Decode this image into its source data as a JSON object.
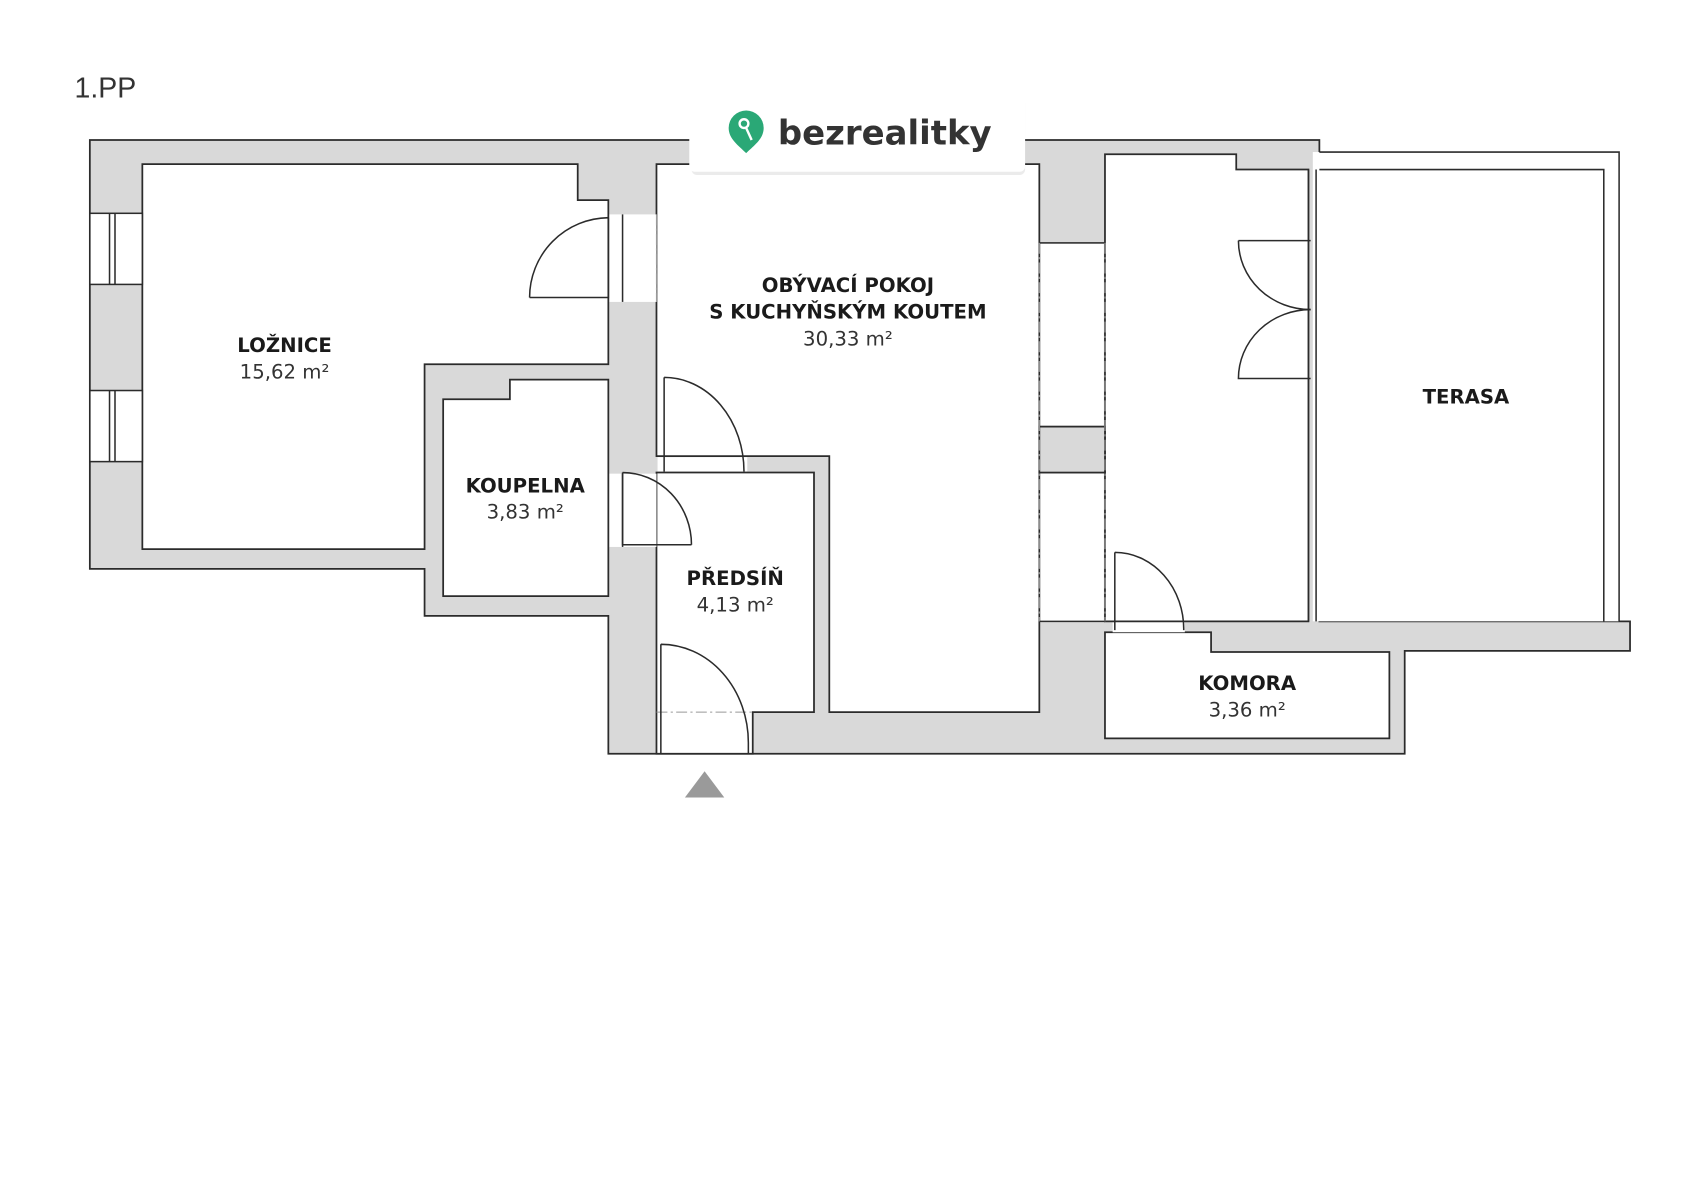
{
  "floor_label": "1.PP",
  "logo": {
    "text": "bezrealitky",
    "icon": "location-key-pin-icon",
    "color": "#2aa876"
  },
  "rooms": {
    "loznice": {
      "name": "LOŽNICE",
      "area": "15,62 m²"
    },
    "obyvaci": {
      "name_line1": "OBÝVACÍ POKOJ",
      "name_line2": "S KUCHYŇSKÝM KOUTEM",
      "area": "30,33 m²"
    },
    "koupelna": {
      "name": "KOUPELNA",
      "area": "3,83 m²"
    },
    "predsin": {
      "name": "PŘEDSÍŇ",
      "area": "4,13 m²"
    },
    "komora": {
      "name": "KOMORA",
      "area": "3,36 m²"
    },
    "terasa": {
      "name": "TERASA"
    }
  },
  "entrance_marker": "entrance-arrow-icon"
}
